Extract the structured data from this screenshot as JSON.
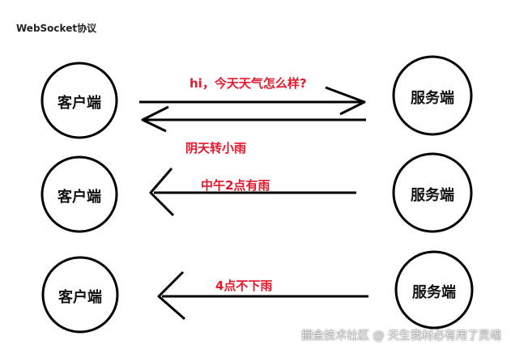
{
  "title": "WebSocket协议",
  "nodes": {
    "client": "客户端",
    "server": "服务端"
  },
  "messages": {
    "m1": "hi，今天天气怎么样?",
    "m2": "阴天转小雨",
    "m3": "中午2点有雨",
    "m4": "4点不下雨"
  },
  "watermark": "掘金技术社区 @ 天生我材必有用了灵魂",
  "colors": {
    "message_text": "#e8172b",
    "stroke": "#000000"
  }
}
